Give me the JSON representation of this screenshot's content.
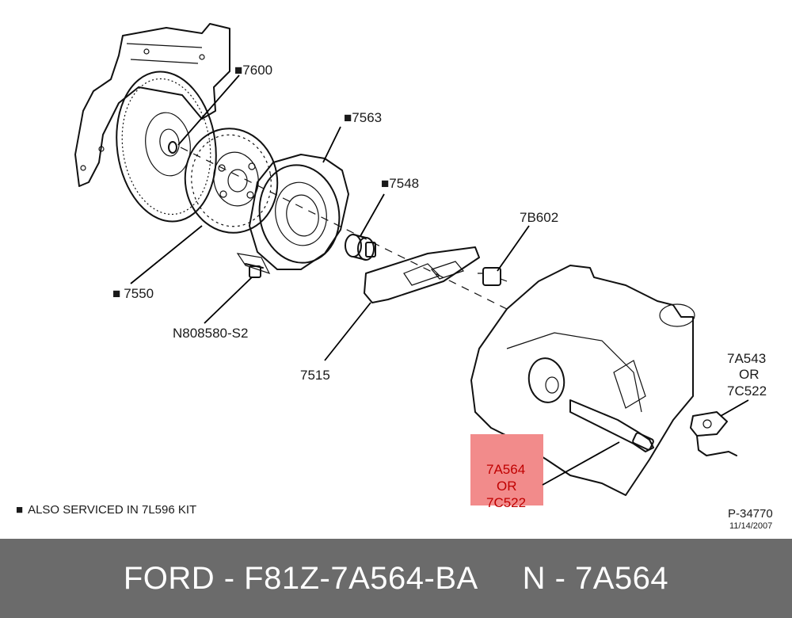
{
  "figure_id": "P-34770",
  "figure_date": "11/14/2007",
  "note_marker": "■",
  "note": "ALSO SERVICED IN 7L596 KIT",
  "labels": {
    "l7600": "7600",
    "l7563": "7563",
    "l7548": "7548",
    "l7b602": "7B602",
    "l7550": "7550",
    "ln808580": "N808580-S2",
    "l7515": "7515",
    "l7a543_1": "7A543",
    "l7a543_2": "OR",
    "l7a543_3": "7C522",
    "l7a564_1": "7A564",
    "l7a564_2": "OR",
    "l7a564_3": "7C522"
  },
  "highlight_color": "#f28b8b",
  "footer": {
    "text": "FORD - F81Z-7A564-BA     N - 7A564"
  }
}
